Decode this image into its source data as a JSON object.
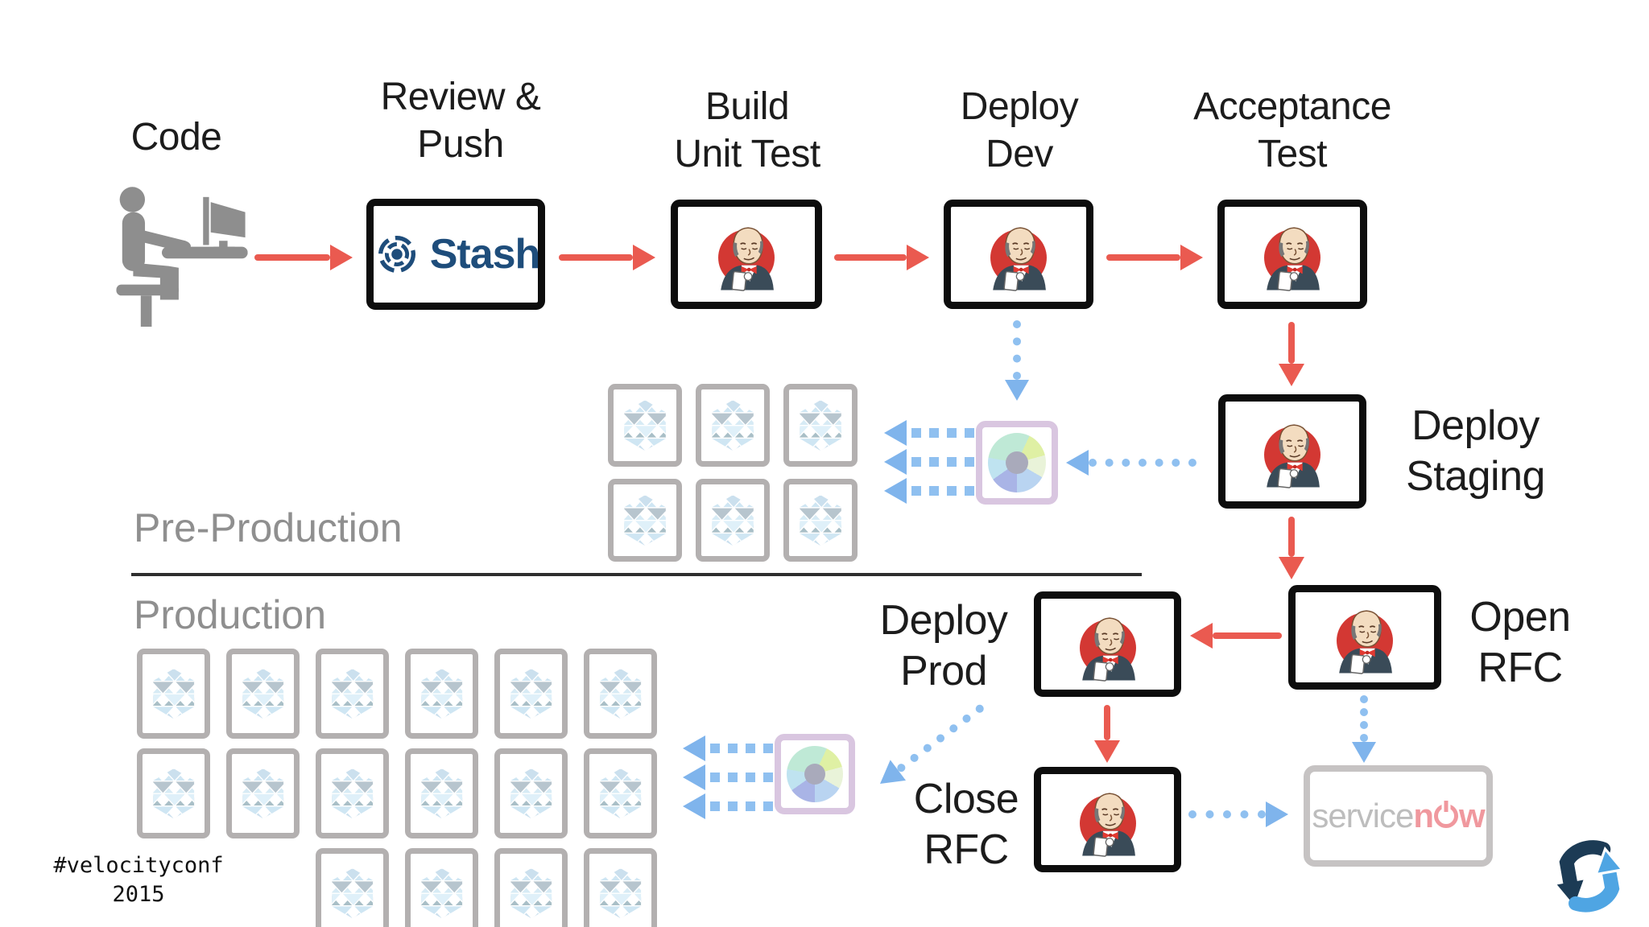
{
  "nodes": {
    "code": {
      "label": "Code"
    },
    "review_push": {
      "lines": [
        "Review &",
        "Push"
      ]
    },
    "build": {
      "lines": [
        "Build",
        "Unit Test"
      ]
    },
    "deploy_dev": {
      "lines": [
        "Deploy",
        "Dev"
      ]
    },
    "acceptance": {
      "lines": [
        "Acceptance",
        "Test"
      ]
    },
    "deploy_staging": {
      "lines": [
        "Deploy",
        "Staging"
      ]
    },
    "open_rfc": {
      "lines": [
        "Open",
        "RFC"
      ]
    },
    "deploy_prod": {
      "lines": [
        "Deploy",
        "Prod"
      ]
    },
    "close_rfc": {
      "lines": [
        "Close",
        "RFC"
      ]
    }
  },
  "tools": {
    "stash_wordmark": "Stash",
    "servicenow_service": "service",
    "servicenow_n": "n",
    "servicenow_w": "w"
  },
  "sections": {
    "preproduction": "Pre-Production",
    "production": "Production"
  },
  "footer": {
    "hashtag": "#velocityconf",
    "year": "2015"
  },
  "environments": {
    "preproduction": {
      "server_count": 6,
      "rows": [
        3,
        3
      ],
      "third_row_start_col": 0
    },
    "production": {
      "server_count": 16,
      "rows": [
        6,
        6,
        4
      ],
      "third_row_start_col": 2
    }
  },
  "icons": [
    "developer-icon",
    "stash-icon",
    "jenkins-icon",
    "server-hexagon-icon",
    "release-disc-icon",
    "servicenow-logo",
    "delivery-loop-logo",
    "red-arrow",
    "blue-dotted-arrow"
  ],
  "colors": {
    "arrow_red": "#ea5a50",
    "arrow_blue": "#8fc0f0",
    "arrow_blue_head": "#7fb4ec",
    "jenkins_red": "#d33833",
    "stash_navy": "#1e4d7b",
    "frame_black": "#0d0d0d",
    "frame_gray": "#b3b0b0",
    "frame_lavender": "#d9c6e0",
    "section_label_gray": "#8f8f8f",
    "servicenow_pink": "#f0989e",
    "servicenow_gray": "#bdbdbd",
    "logo_navy": "#1c3b55",
    "logo_blue": "#4fa5e3",
    "person_gray": "#8e8e8e"
  }
}
